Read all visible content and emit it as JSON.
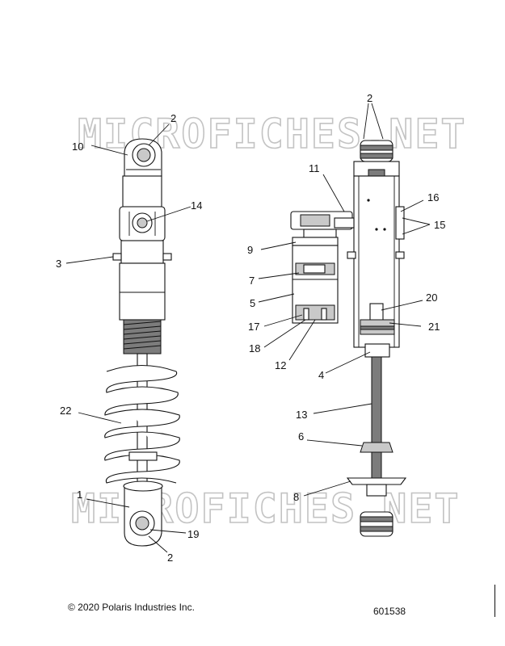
{
  "watermark": "MICROFICHES.NET",
  "footer": {
    "copyright": "© 2020 Polaris Industries Inc.",
    "figure_number": "601538"
  },
  "callouts": {
    "c1": "1",
    "c2a": "2",
    "c2b": "2",
    "c2c": "2",
    "c3": "3",
    "c4": "4",
    "c5": "5",
    "c6": "6",
    "c7": "7",
    "c8": "8",
    "c9": "9",
    "c10": "10",
    "c11": "11",
    "c12": "12",
    "c13": "13",
    "c14": "14",
    "c15": "15",
    "c16": "16",
    "c17": "17",
    "c18": "18",
    "c19": "19",
    "c20": "20",
    "c21": "21",
    "c22": "22"
  }
}
